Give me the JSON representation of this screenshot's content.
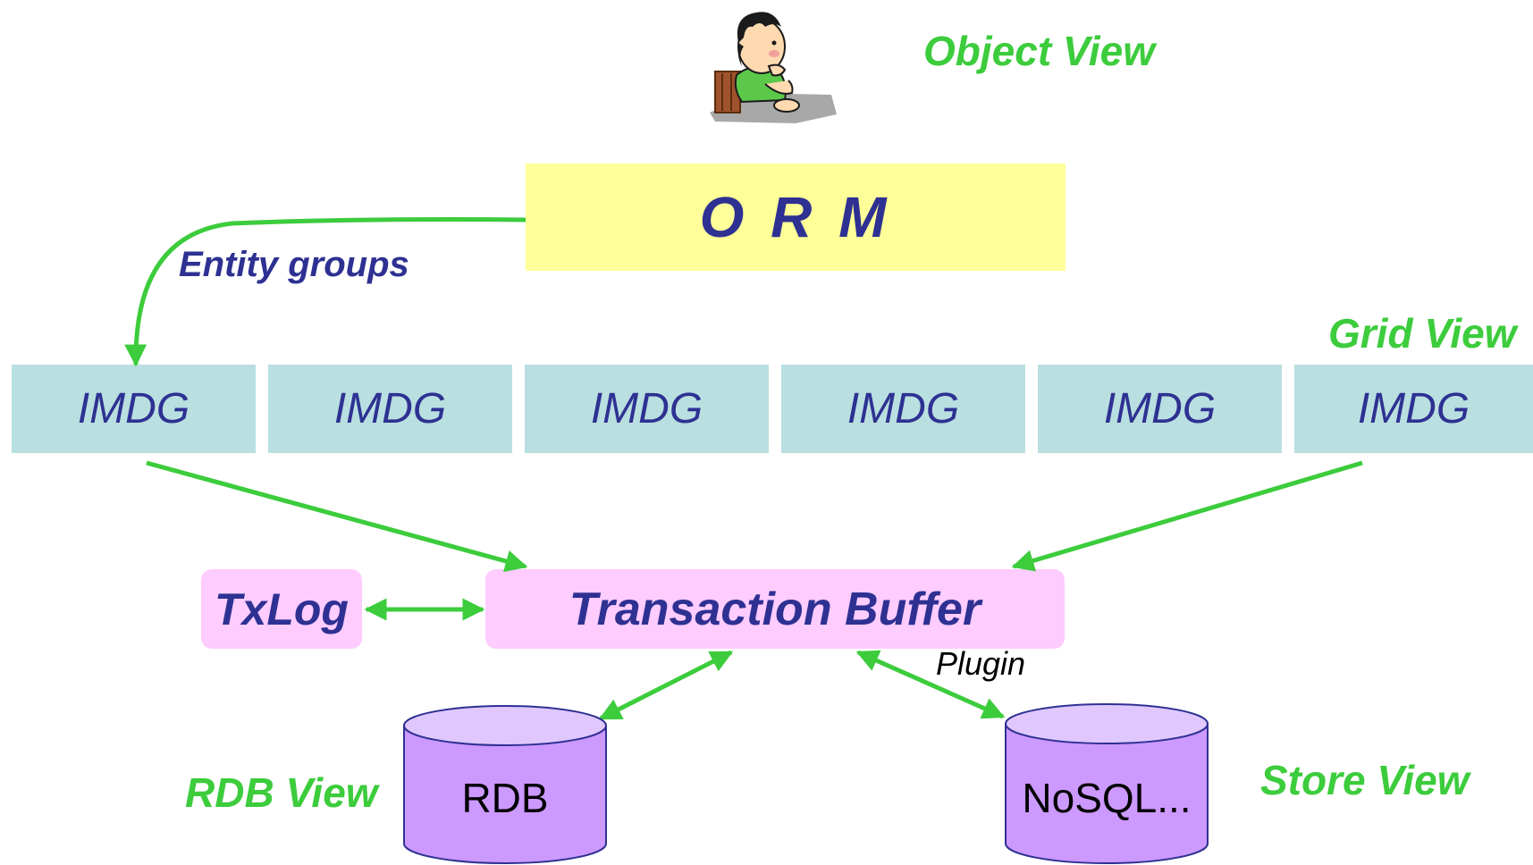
{
  "views": {
    "object": "Object View",
    "grid": "Grid View",
    "rdb": "RDB View",
    "store": "Store View"
  },
  "orm": {
    "label": "O R M"
  },
  "entity_groups": "Entity groups",
  "imdg_nodes": [
    "IMDG",
    "IMDG",
    "IMDG",
    "IMDG",
    "IMDG",
    "IMDG"
  ],
  "txlog": "TxLog",
  "transaction_buffer": "Transaction Buffer",
  "plugin": "Plugin",
  "stores": {
    "rdb": "RDB",
    "nosql": "NoSQL..."
  },
  "colors": {
    "view_label": "#3ccc3c",
    "arrow": "#3ccc3c",
    "orm_fill": "#ffff99",
    "imdg_fill": "#b9dfe0",
    "buffer_fill": "#ffccff",
    "cylinder_fill": "#cc99ff",
    "text_dark": "#2e3192"
  },
  "icons": {
    "person": "thinking-person-icon"
  }
}
